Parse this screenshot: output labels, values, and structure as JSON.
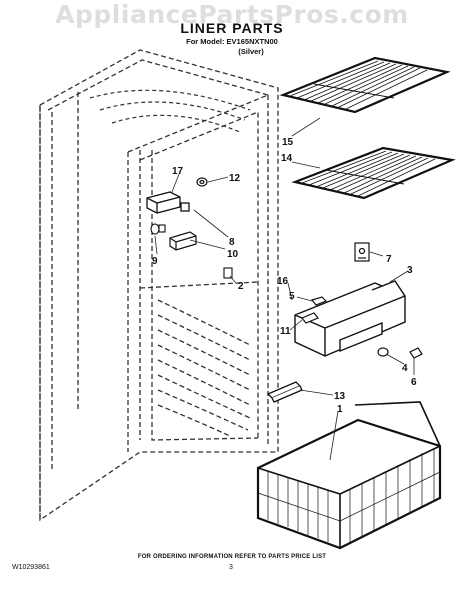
{
  "watermark": "AppliancePartsPros.com",
  "header": {
    "title": "LINER PARTS",
    "model": "For Model: EV165NXTN00",
    "variant": "(Silver)"
  },
  "callouts": [
    {
      "id": "15",
      "label": "15"
    },
    {
      "id": "14",
      "label": "14"
    },
    {
      "id": "17",
      "label": "17"
    },
    {
      "id": "12",
      "label": "12"
    },
    {
      "id": "8",
      "label": "8"
    },
    {
      "id": "10",
      "label": "10"
    },
    {
      "id": "9",
      "label": "9"
    },
    {
      "id": "2",
      "label": "2"
    },
    {
      "id": "7",
      "label": "7"
    },
    {
      "id": "3",
      "label": "3"
    },
    {
      "id": "16",
      "label": "16"
    },
    {
      "id": "5",
      "label": "5"
    },
    {
      "id": "11",
      "label": "11"
    },
    {
      "id": "4",
      "label": "4"
    },
    {
      "id": "6",
      "label": "6"
    },
    {
      "id": "13",
      "label": "13"
    },
    {
      "id": "1",
      "label": "1"
    }
  ],
  "footer": {
    "note": "FOR ORDERING INFORMATION REFER TO PARTS PRICE LIST",
    "doc_number": "W10293861",
    "page_number": "3"
  }
}
